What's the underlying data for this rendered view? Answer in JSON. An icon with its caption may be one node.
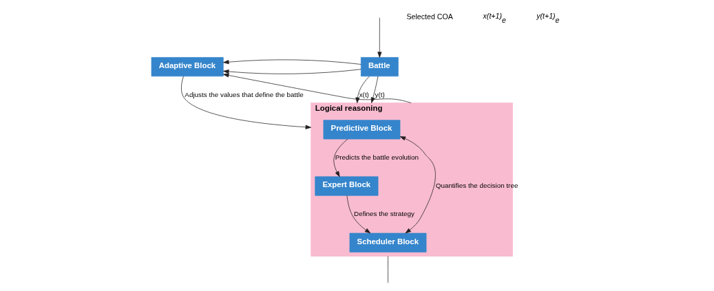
{
  "diagram": {
    "nodes": [
      {
        "text": [
          "Adaptive Block"
        ]
      },
      {
        "text": [
          "Battle"
        ]
      },
      {
        "text": [
          "Logical reasoning"
        ]
      },
      {
        "text": [
          "Predictive Block"
        ],
        "in": 2
      },
      {
        "text": [
          "Expert Block"
        ],
        "in": 2
      },
      {
        "text": [
          "Scheduler Block"
        ],
        "in": 2
      }
    ],
    "edges": [
      {
        "from": 1,
        "to": 0,
        "arrow": "to"
      },
      {
        "from": 1,
        "to": 0,
        "arrow": "to"
      },
      {
        "from": 1,
        "to": 2,
        "label": "x(t)",
        "arrow": "to"
      },
      {
        "from": 1,
        "to": 2,
        "label": "y(t)",
        "arrow": "to"
      },
      {
        "from": 0,
        "to": 2,
        "label": "Adjusts the values that define the battle",
        "arrow": "to"
      },
      {
        "from": 3,
        "to": 4,
        "label": "Predicts the battle evolution",
        "arrow": "to"
      },
      {
        "from": 4,
        "to": 5,
        "label": "Defines the strategy",
        "arrow": "to"
      },
      {
        "from": 5,
        "to": 3,
        "label": "Quantifies the decision tree",
        "arrow": "both"
      },
      {
        "from": 2,
        "to": 0,
        "arrow": "to"
      },
      {
        "from": 2,
        "to": null,
        "arrow": "none"
      },
      {
        "from": null,
        "to": 1,
        "arrow": "to"
      }
    ],
    "labels": [
      "Selected COA",
      "x(t+1)$_{e}$",
      "y(t+1)$_{e}$"
    ]
  }
}
